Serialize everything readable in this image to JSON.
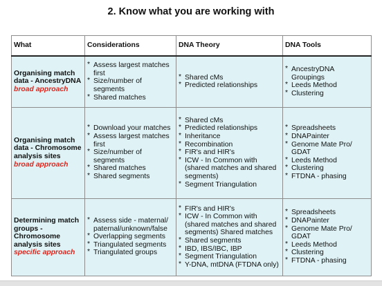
{
  "title": "2.  Know what you are working with",
  "columns": [
    "What",
    "Considerations",
    "DNA Theory",
    "DNA Tools"
  ],
  "rows": [
    {
      "what": "Organising match data - AncestryDNA",
      "approach": "broad approach",
      "considerations": [
        "Assess largest matches first",
        "Size/number of segments",
        "Shared matches"
      ],
      "theory": [
        "Shared cMs",
        "Predicted relationships"
      ],
      "tools": [
        "AncestryDNA Groupings",
        "Leeds Method",
        "Clustering"
      ]
    },
    {
      "what": "Organising match data - Chromosome analysis sites",
      "approach": "broad approach",
      "considerations": [
        "Download your matches",
        "Assess largest matches first",
        "Size/number of segments",
        "Shared matches",
        "Shared segments"
      ],
      "theory": [
        "Shared cMs",
        "Predicted relationships",
        "Inheritance",
        "Recombination",
        "FIR's and HIR's",
        "ICW - In Common with (shared matches and shared segments)",
        "Segment Triangulation"
      ],
      "tools": [
        "Spreadsheets",
        "DNAPainter",
        "Genome Mate Pro/ GDAT",
        "Leeds Method",
        "Clustering",
        "FTDNA - phasing"
      ]
    },
    {
      "what": "Determining match groups - Chromosome analysis sites",
      "approach": "specific approach",
      "considerations": [
        "Assess side - maternal/ paternal/unknown/false",
        "Overlapping segments",
        "Triangulated segments",
        "Triangulated groups"
      ],
      "theory": [
        "FIR's and HIR's",
        "ICW - In Common with (shared matches and shared segments) Shared matches",
        "Shared segments",
        "IBD, IBS/IBC, IBP",
        "Segment Triangulation",
        "Y-DNA, mtDNA (FTDNA only)"
      ],
      "tools": [
        "Spreadsheets",
        "DNAPainter",
        "Genome Mate Pro/ GDAT",
        "Leeds Method",
        "Clustering",
        "FTDNA - phasing"
      ]
    }
  ]
}
